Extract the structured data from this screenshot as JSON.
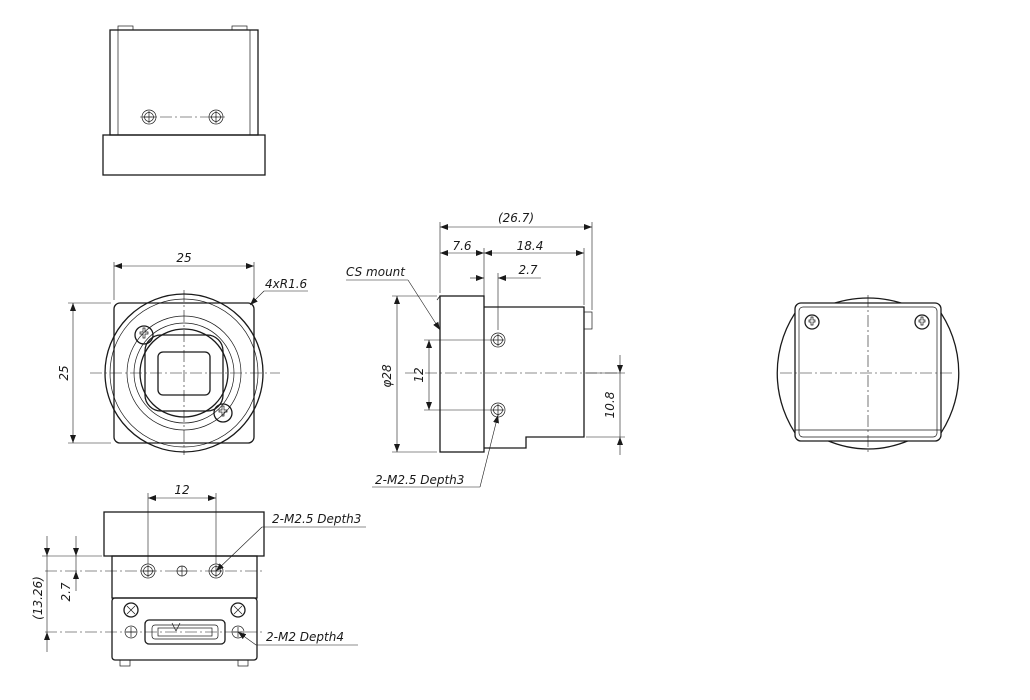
{
  "dimensions": {
    "front_width": "25",
    "front_height": "25",
    "corner_radius": "4xR1.6",
    "side_overall": "(26.7)",
    "side_flange": "7.6",
    "side_body": "18.4",
    "side_offset": "2.7",
    "cs_mount": "CS mount",
    "mount_diameter": "φ28",
    "hole_spacing_side": "12",
    "body_height": "10.8",
    "side_screw_note": "2-M2.5 Depth3",
    "bottom_hole_spacing": "12",
    "bottom_screw_note": "2-M2.5 Depth3",
    "bottom_height": "(13.26)",
    "bottom_offset": "2.7",
    "connector_screw_note": "2-M2 Depth4"
  }
}
